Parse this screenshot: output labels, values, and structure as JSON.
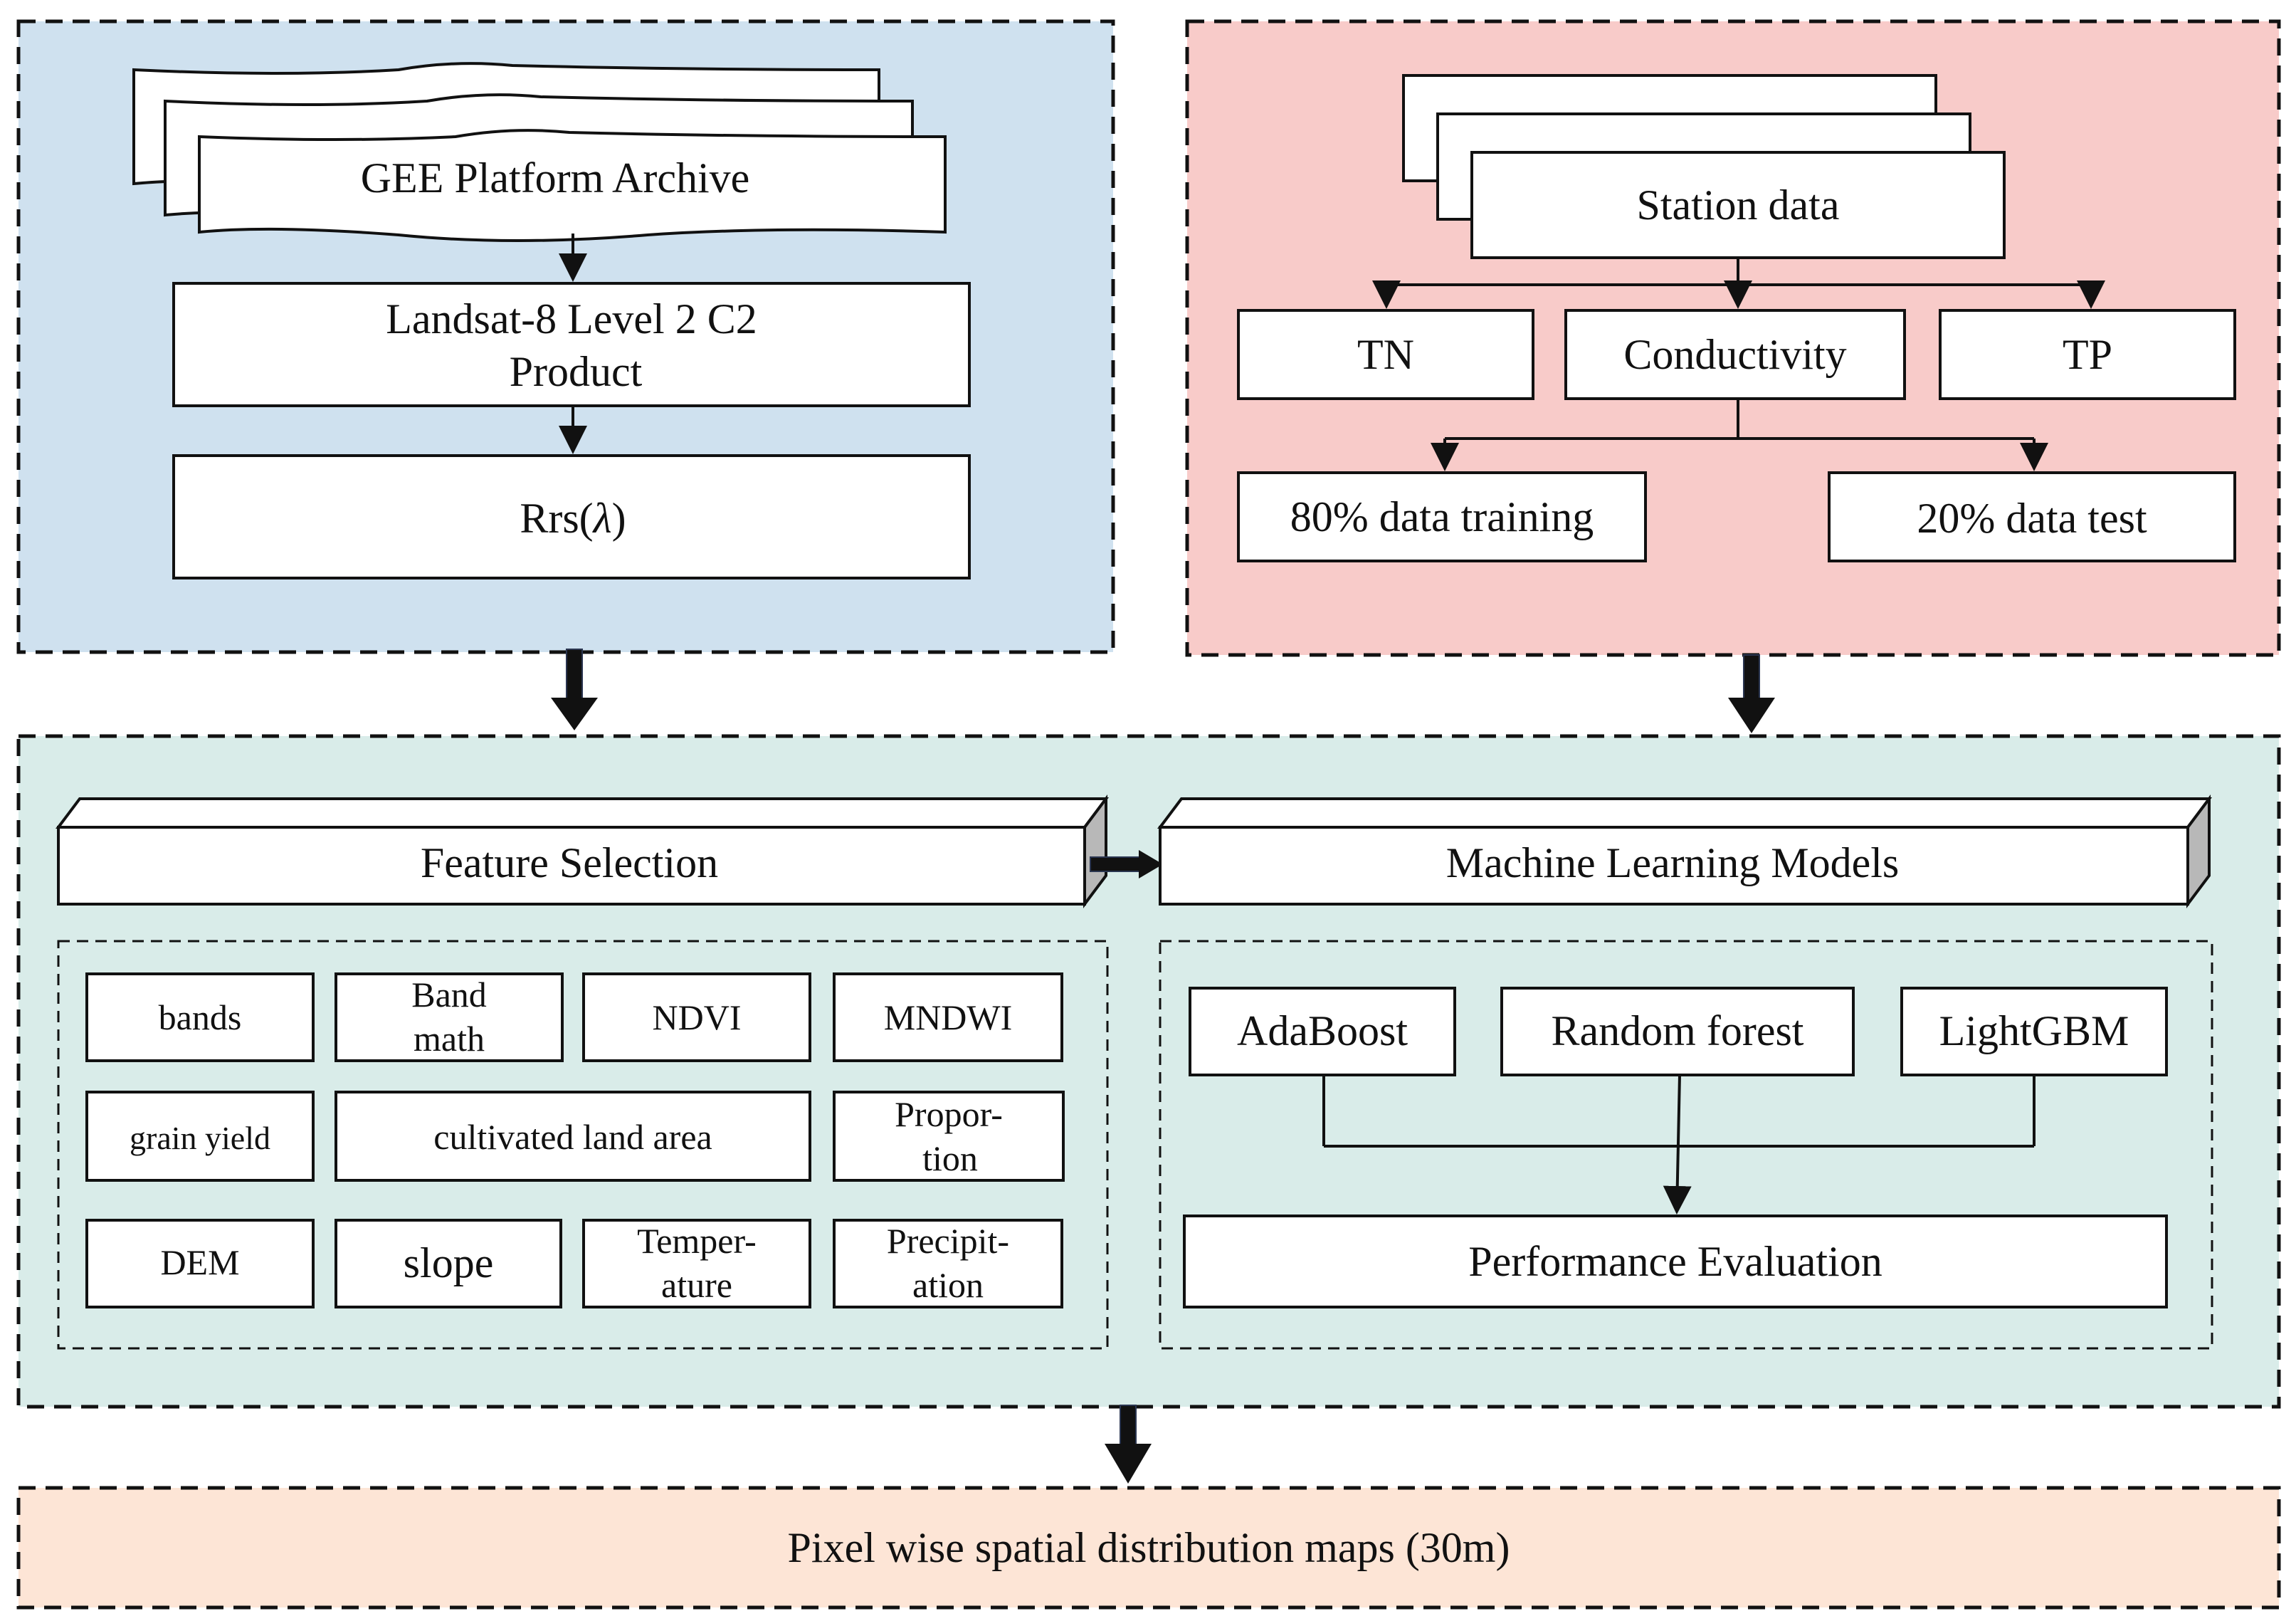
{
  "colors": {
    "acquisition_panel": "#cfe1ef",
    "station_panel": "#f8cbc9",
    "modeling_panel": "#d9ece9",
    "output_panel": "#fde5d6",
    "box_fill": "#ffffff",
    "stroke": "#111111",
    "bevel_dark": "#b8b8b8",
    "bevel_light": "#e8e8e8"
  },
  "acquisition": {
    "archive_label": "GEE Platform Archive",
    "product_line1": "Landsat-8  Level 2 C2",
    "product_line2": "Product",
    "rrs_label": "Rrs(",
    "rrs_lambda": "λ",
    "rrs_close": ")"
  },
  "station": {
    "title": "Station data",
    "params": [
      "TN",
      "Conductivity",
      "TP"
    ],
    "split_train": "80% data training",
    "split_test": "20% data test"
  },
  "modeling": {
    "feature_title": "Feature Selection",
    "ml_title": "Machine Learning Models",
    "features": {
      "row1": [
        "bands",
        "Band",
        "math",
        "NDVI",
        "MNDWI"
      ],
      "row2": [
        "grain yield",
        "cultivated land area",
        "Propor-",
        "tion"
      ],
      "row3": [
        "DEM",
        "slope",
        "Temper-",
        "ature",
        "Precipit-",
        "ation"
      ]
    },
    "models": [
      "AdaBoost",
      "Random forest",
      "LightGBM"
    ],
    "evaluation": "Performance Evaluation"
  },
  "output": {
    "label": "Pixel wise spatial distribution maps (30m)"
  }
}
